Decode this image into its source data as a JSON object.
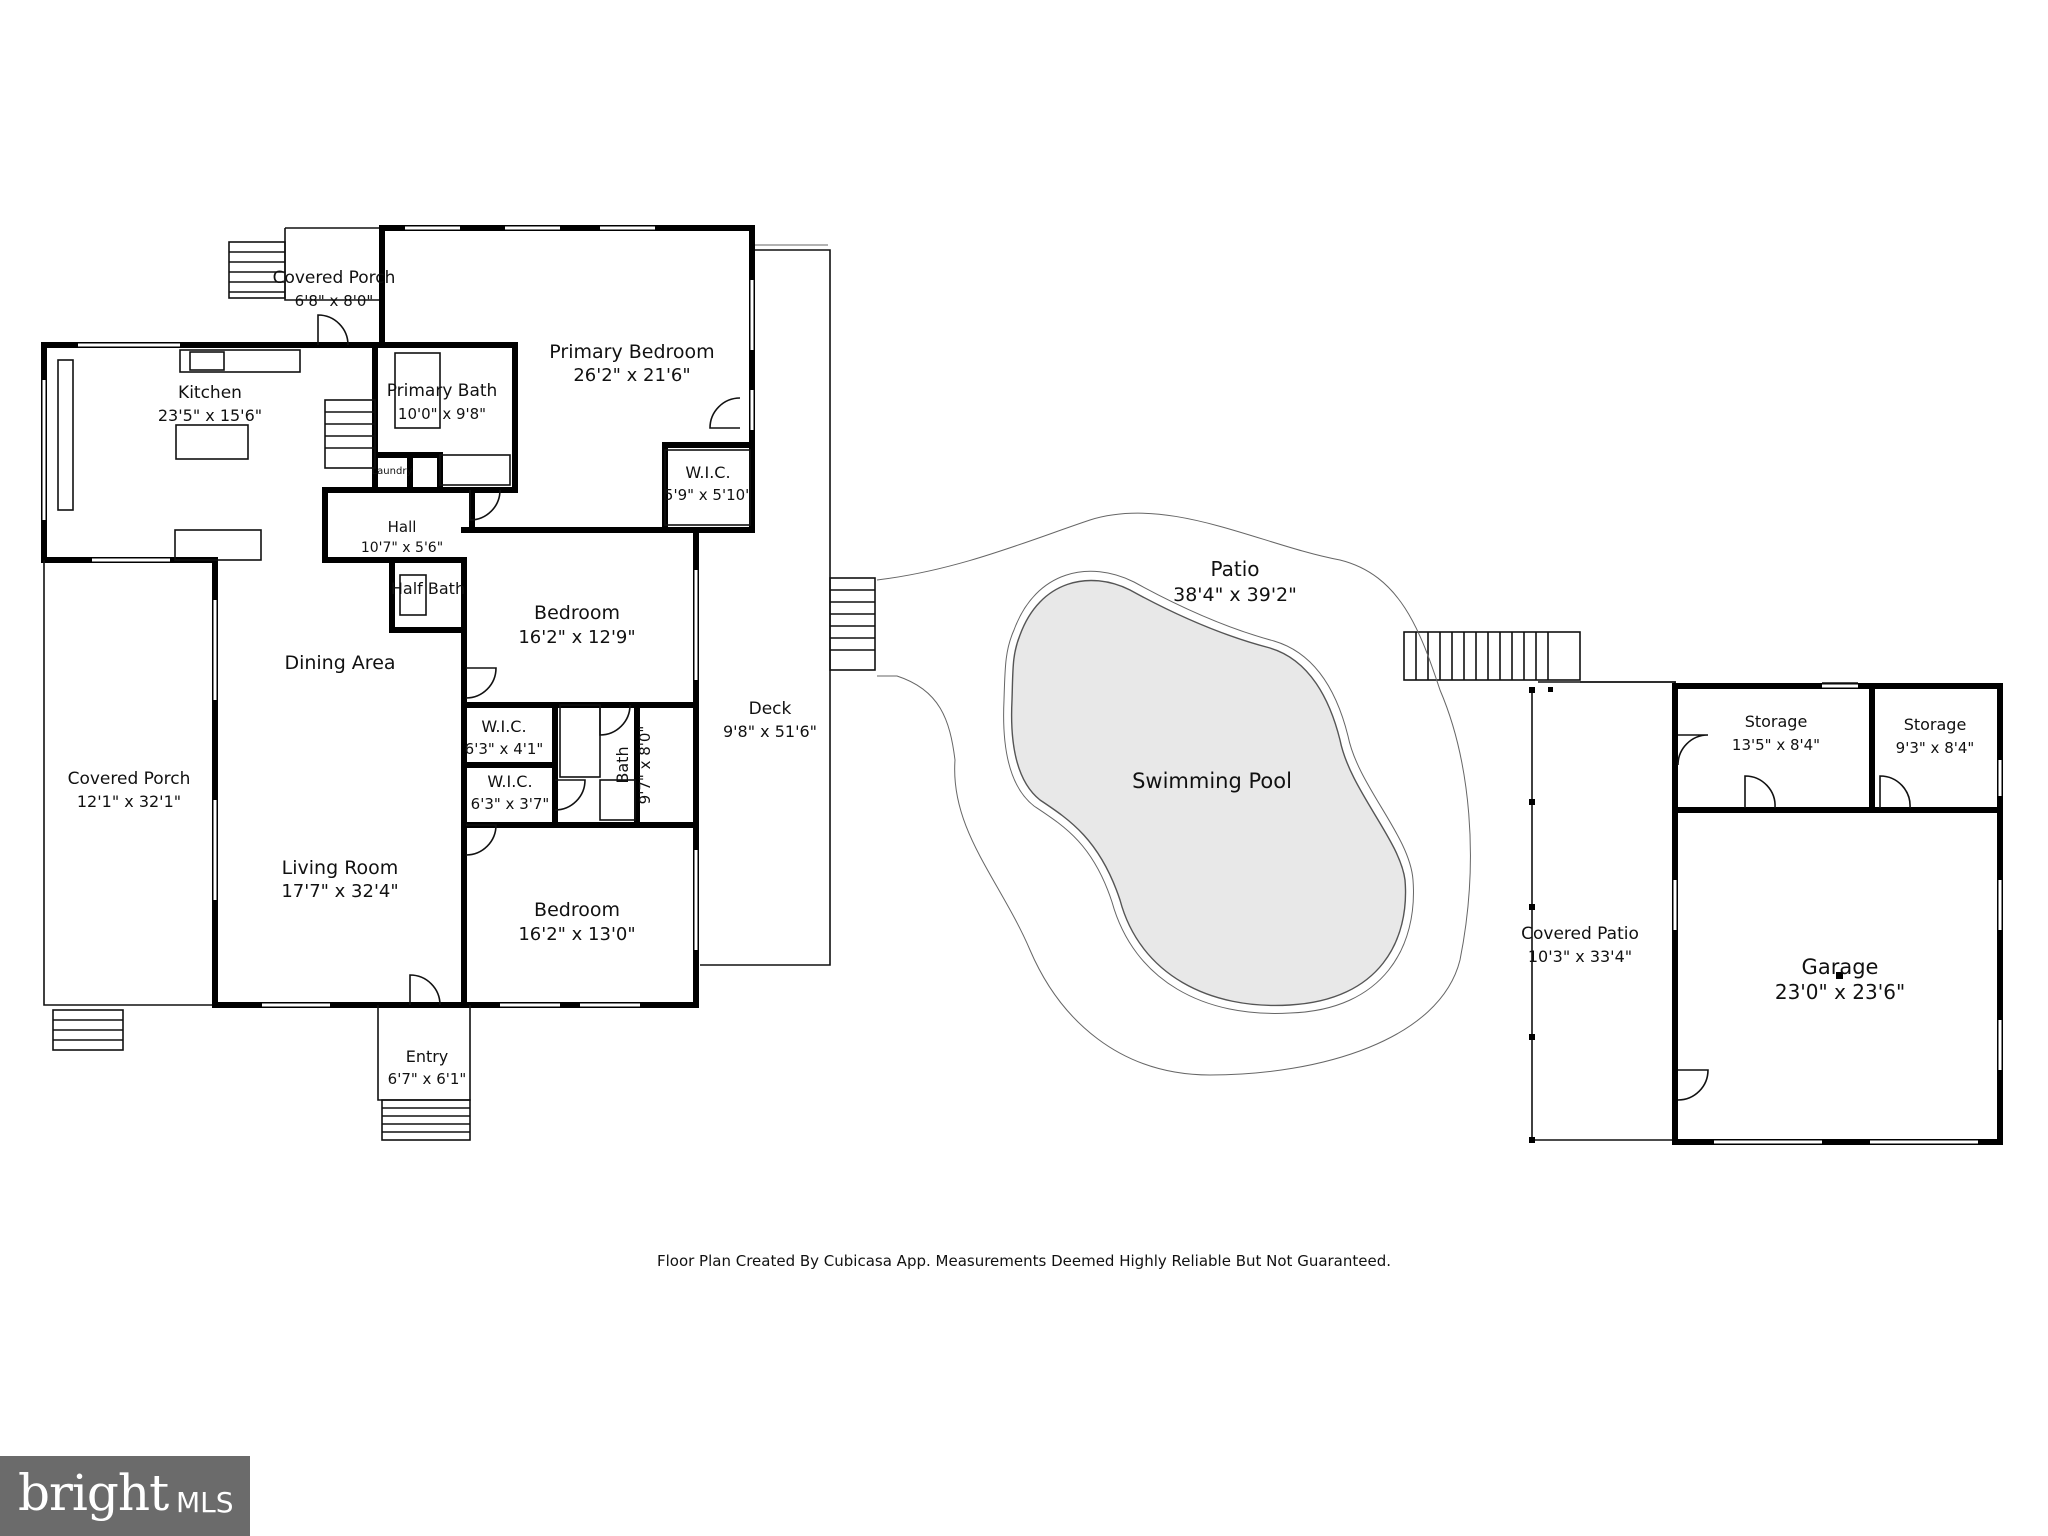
{
  "rooms": {
    "covered_porch_top": {
      "name": "Covered Porch",
      "dim": "6'8\" x 8'0\""
    },
    "primary_bedroom": {
      "name": "Primary Bedroom",
      "dim": "26'2\" x 21'6\""
    },
    "kitchen": {
      "name": "Kitchen",
      "dim": "23'5\" x 15'6\""
    },
    "primary_bath": {
      "name": "Primary Bath",
      "dim": "10'0\" x 9'8\""
    },
    "laundry": {
      "name": "Laundry"
    },
    "wic_primary": {
      "name": "W.I.C.",
      "dim": "5'9\" x 5'10\""
    },
    "hall": {
      "name": "Hall",
      "dim": "10'7\" x 5'6\""
    },
    "half_bath": {
      "name": "Half Bath"
    },
    "bedroom_1": {
      "name": "Bedroom",
      "dim": "16'2\" x 12'9\""
    },
    "dining_area": {
      "name": "Dining Area"
    },
    "deck": {
      "name": "Deck",
      "dim": "9'8\" x 51'6\""
    },
    "covered_porch_left": {
      "name": "Covered Porch",
      "dim": "12'1\" x 32'1\""
    },
    "wic_1": {
      "name": "W.I.C.",
      "dim": "6'3\" x 4'1\""
    },
    "wic_2": {
      "name": "W.I.C.",
      "dim": "6'3\" x 3'7\""
    },
    "bath": {
      "name": "Bath",
      "dim": "9'7\" x 8'0\""
    },
    "living_room": {
      "name": "Living Room",
      "dim": "17'7\" x 32'4\""
    },
    "bedroom_2": {
      "name": "Bedroom",
      "dim": "16'2\" x 13'0\""
    },
    "entry": {
      "name": "Entry",
      "dim": "6'7\" x 6'1\""
    },
    "patio": {
      "name": "Patio",
      "dim": "38'4\" x 39'2\""
    },
    "swimming_pool": {
      "name": "Swimming Pool"
    },
    "covered_patio": {
      "name": "Covered Patio",
      "dim": "10'3\" x 33'4\""
    },
    "storage_1": {
      "name": "Storage",
      "dim": "13'5\" x 8'4\""
    },
    "storage_2": {
      "name": "Storage",
      "dim": "9'3\" x 8'4\""
    },
    "garage": {
      "name": "Garage",
      "dim": "23'0\" x 23'6\""
    }
  },
  "footnote": "Floor Plan Created By Cubicasa App. Measurements Deemed Highly Reliable But Not Guaranteed.",
  "logo": {
    "brand": "bright",
    "suffix": "MLS"
  },
  "colors": {
    "wall": "#000000",
    "pool_fill": "#e8e8e8",
    "logo_bg": "#6b6b6b"
  }
}
